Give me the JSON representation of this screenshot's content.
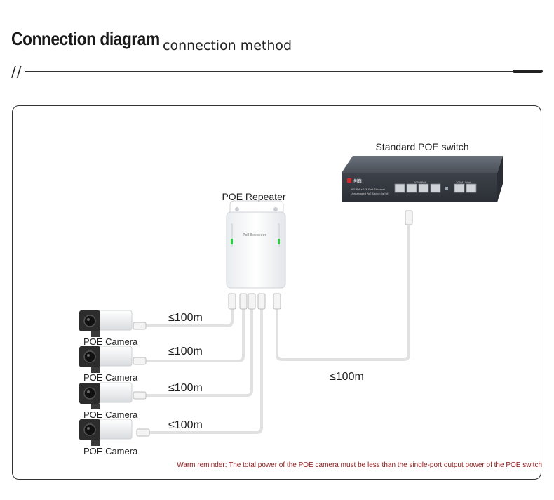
{
  "header": {
    "title": "Connection diagram",
    "subtitle": "connection method",
    "prefix": "//"
  },
  "devices": {
    "switch_label": "Standard POE switch",
    "switch_logo": "创鑫",
    "switch_text_1": "4FE PoE+2FE Fast Ethernet",
    "switch_text_2": "Unmanaged PoE Switch (af/at)",
    "switch_port_group_1": "100M PoE",
    "switch_port_group_2": "100M Uplink",
    "repeater_label": "POE Repeater",
    "repeater_badge": "PoE Extender"
  },
  "links": {
    "switch_to_repeater": "≤100m",
    "cameras": [
      "≤100m",
      "≤100m",
      "≤100m",
      "≤100m"
    ]
  },
  "cameras": [
    "POE Camera",
    "POE Camera",
    "POE Camera",
    "POE Camera"
  ],
  "reminder": "Warm reminder: The total power of the POE camera must be less than the single-port output power of the POE switch",
  "colors": {
    "cable": "#e1e1e1",
    "switch_body": "#3a3f47",
    "reminder": "#8b1a1a",
    "led": "#2ecc40"
  }
}
